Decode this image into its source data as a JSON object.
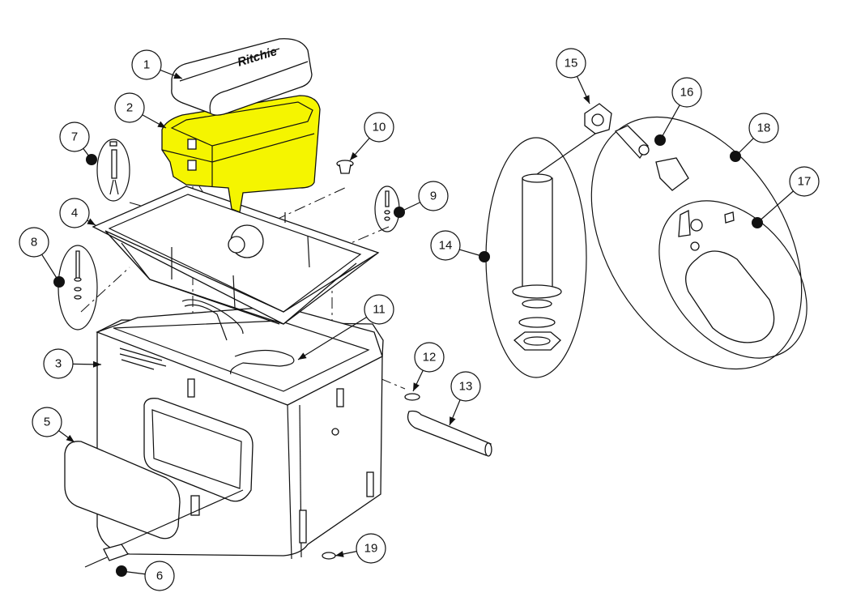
{
  "diagram": {
    "title": "Exploded parts view",
    "highlight_color": "#f5f500",
    "logo_text": "Ritchie",
    "callouts": [
      {
        "label": "1"
      },
      {
        "label": "2",
        "highlighted": true
      },
      {
        "label": "3"
      },
      {
        "label": "4"
      },
      {
        "label": "5"
      },
      {
        "label": "6"
      },
      {
        "label": "7"
      },
      {
        "label": "8"
      },
      {
        "label": "9"
      },
      {
        "label": "10"
      },
      {
        "label": "11"
      },
      {
        "label": "12"
      },
      {
        "label": "13"
      },
      {
        "label": "14"
      },
      {
        "label": "15"
      },
      {
        "label": "16"
      },
      {
        "label": "17"
      },
      {
        "label": "18"
      },
      {
        "label": "19"
      }
    ]
  }
}
